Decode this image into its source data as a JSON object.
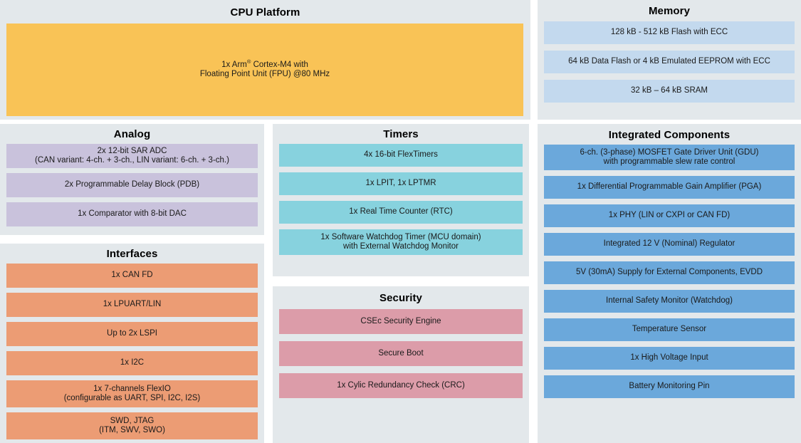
{
  "colors": {
    "page_background": "#ffffff",
    "panel_background": "#e3e8eb",
    "cpu_block": "#f9c356",
    "memory_block": "#c3d9ee",
    "analog_block": "#c9c2dc",
    "interfaces_block": "#ec9c74",
    "timers_block": "#87d2de",
    "security_block": "#dc9ca9",
    "integrated_block": "#6ba8db",
    "text": "#1a1a1a"
  },
  "panels": {
    "cpu": {
      "title": "CPU Platform",
      "block_line1_prefix": "1x Arm",
      "block_line1_sup": "®",
      "block_line1_suffix": " Cortex-M4 with",
      "block_line2": "Floating Point Unit (FPU) @80 MHz"
    },
    "memory": {
      "title": "Memory",
      "items": [
        "128 kB - 512 kB Flash with ECC",
        "64 kB Data Flash or 4 kB Emulated EEPROM with ECC",
        "32 kB – 64 kB SRAM"
      ]
    },
    "analog": {
      "title": "Analog",
      "items": [
        "2x 12-bit SAR ADC\n(CAN variant: 4-ch. + 3-ch., LIN variant: 6-ch. + 3-ch.)",
        "2x Programmable Delay Block (PDB)",
        "1x Comparator with 8-bit DAC"
      ]
    },
    "interfaces": {
      "title": "Interfaces",
      "items": [
        "1x CAN FD",
        "1x LPUART/LIN",
        "Up to 2x LSPI",
        "1x I2C",
        "1x 7-channels FlexIO\n(configurable as UART, SPI, I2C, I2S)",
        "SWD, JTAG\n(ITM, SWV, SWO)"
      ]
    },
    "timers": {
      "title": "Timers",
      "items": [
        "4x 16-bit FlexTimers",
        "1x LPIT, 1x LPTMR",
        "1x Real Time Counter (RTC)",
        "1x Software Watchdog Timer (MCU domain)\nwith External Watchdog Monitor"
      ]
    },
    "security": {
      "title": "Security",
      "items": [
        "CSEc Security Engine",
        "Secure Boot",
        "1x Cylic Redundancy Check (CRC)"
      ]
    },
    "integrated": {
      "title": "Integrated Components",
      "items": [
        "6-ch. (3-phase) MOSFET Gate Driver Unit (GDU)\nwith programmable slew rate control",
        "1x Differential Programmable Gain Amplifier (PGA)",
        "1x PHY (LIN or CXPI or CAN FD)",
        "Integrated 12 V (Nominal) Regulator",
        "5V (30mA) Supply for External Components, EVDD",
        "Internal Safety Monitor (Watchdog)",
        "Temperature Sensor",
        "1x High Voltage Input",
        "Battery Monitoring Pin"
      ]
    }
  }
}
